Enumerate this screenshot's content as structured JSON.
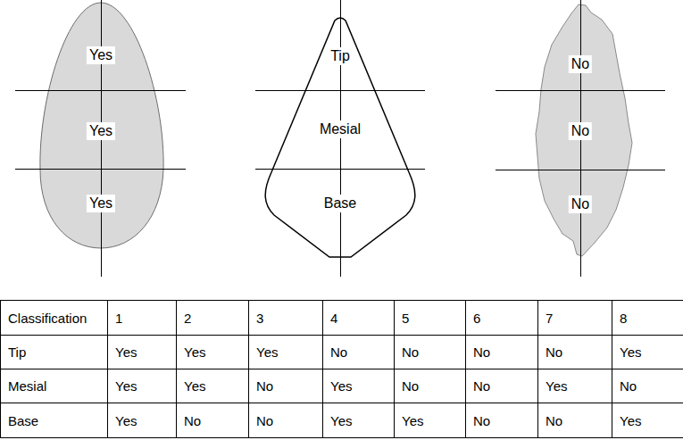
{
  "diagram": {
    "nodes": [
      {
        "text": [
          "Yes",
          "Yes",
          "Yes"
        ]
      },
      {
        "text": [
          "Tip",
          "Mesial",
          "Base"
        ]
      },
      {
        "text": [
          "No",
          "No",
          "No"
        ]
      }
    ],
    "labels": [
      "Classification",
      "1",
      "2",
      "3",
      "4",
      "5",
      "6",
      "7",
      "8",
      "Tip",
      "Yes",
      "Yes",
      "Yes",
      "No",
      "No",
      "No",
      "No",
      "Yes",
      "Mesial",
      "Yes",
      "Yes",
      "No",
      "Yes",
      "No",
      "No",
      "Yes",
      "No",
      "Base",
      "Yes",
      "No",
      "No",
      "Yes",
      "Yes",
      "No",
      "No",
      "Yes"
    ]
  }
}
